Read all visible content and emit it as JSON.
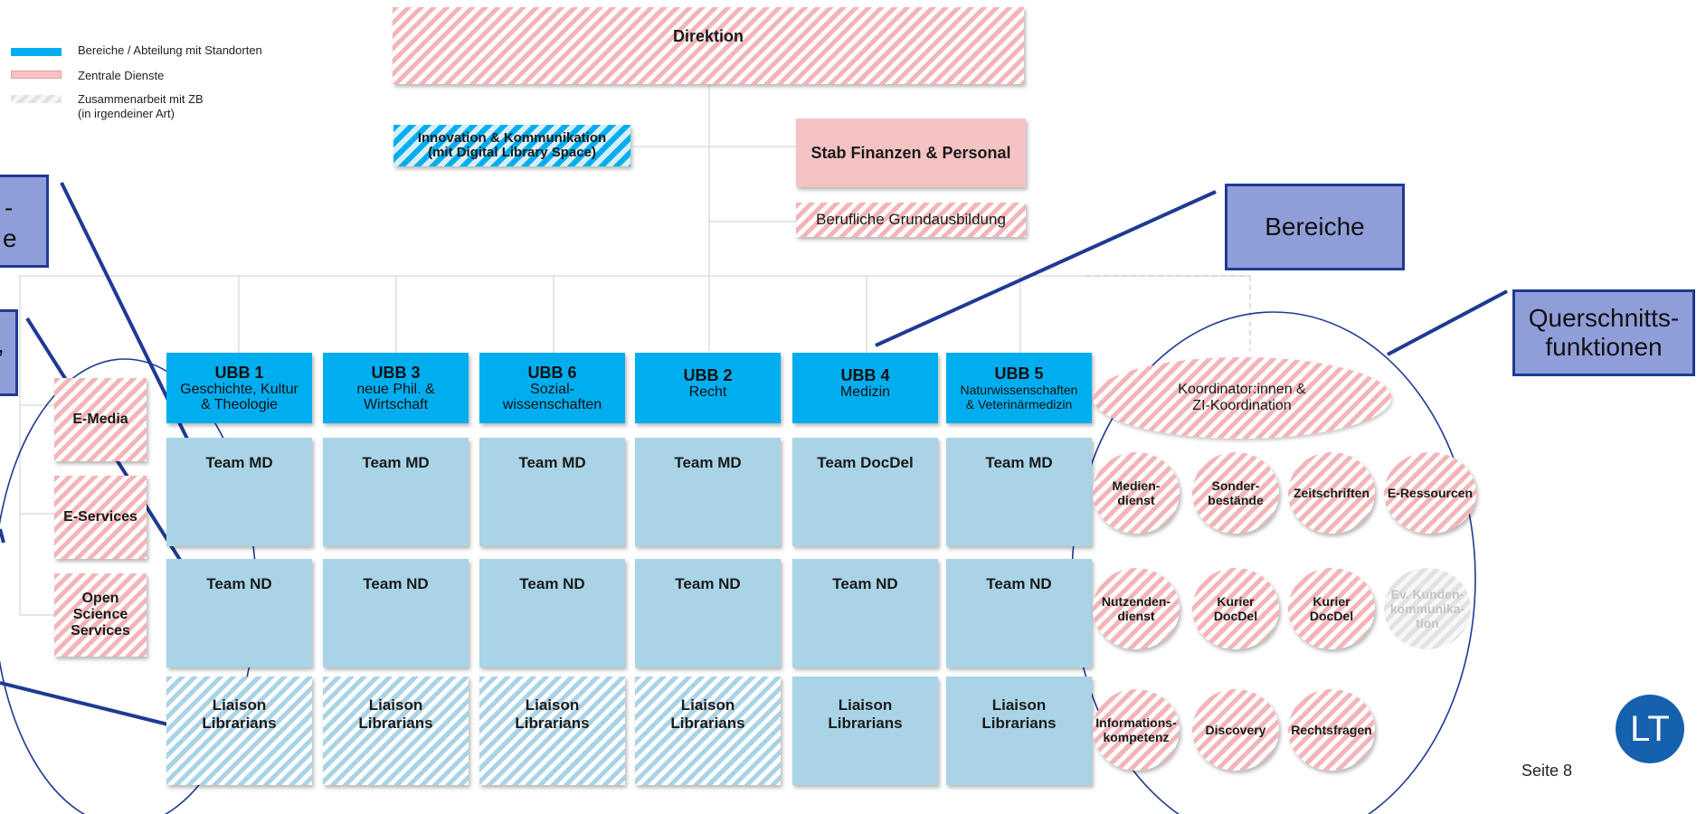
{
  "legend": {
    "items": [
      {
        "label": "Bereiche / Abteilung mit Standorten"
      },
      {
        "label": "Zentrale Dienste"
      },
      {
        "label": "Zusammenarbeit mit ZB",
        "sub": "(in irgendeiner Art)"
      }
    ]
  },
  "top": {
    "direktion": "Direktion",
    "innovation_line1": "Innovation & Kommunikation",
    "innovation_line2": "(mit Digital Library Space)",
    "stab": "Stab Finanzen & Personal",
    "grundausbildung": "Berufliche Grundausbildung"
  },
  "callouts": {
    "bereiche": "Bereiche",
    "quer_line1": "Querschnitts-",
    "quer_line2": "funktionen",
    "left_top_line1": "-",
    "left_top_line2": "e",
    "left_mid": ","
  },
  "left_services": [
    {
      "label": "E-Media"
    },
    {
      "label": "E-Services"
    },
    {
      "label": "Open Science Services"
    }
  ],
  "columns": [
    {
      "code": "UBB 1",
      "line1": "Geschichte, Kultur",
      "line2": "& Theologie",
      "team1": "Team MD",
      "team2": "Team ND",
      "liaison": [
        "Liaison",
        "Librarians"
      ],
      "liaison_style": "hatched"
    },
    {
      "code": "UBB 3",
      "line1": "neue Phil. &",
      "line2": "Wirtschaft",
      "team1": "Team MD",
      "team2": "Team ND",
      "liaison": [
        "Liaison",
        "Librarians"
      ],
      "liaison_style": "hatched"
    },
    {
      "code": "UBB 6",
      "line1": "Sozial-",
      "line2": "wissenschaften",
      "team1": "Team MD",
      "team2": "Team ND",
      "liaison": [
        "Liaison",
        "Librarians"
      ],
      "liaison_style": "hatched"
    },
    {
      "code": "UBB 2",
      "line1": "Recht",
      "line2": "",
      "team1": "Team MD",
      "team2": "Team ND",
      "liaison": [
        "Liaison",
        "Librarians"
      ],
      "liaison_style": "hatched"
    },
    {
      "code": "UBB 4",
      "line1": "Medizin",
      "line2": "",
      "team1": "Team DocDel",
      "team2": "Team ND",
      "liaison": [
        "Liaison",
        "Librarians"
      ],
      "liaison_style": "solid"
    },
    {
      "code": "UBB 5",
      "line1": "Naturwissenschaften",
      "line2": "& Veterinärmedizin",
      "team1": "Team MD",
      "team2": "Team ND",
      "liaison": [
        "Liaison",
        "Librarians"
      ],
      "liaison_style": "solid"
    }
  ],
  "querschnitt": {
    "koordination_line1": "Koordinator:innen &",
    "koordination_line2": "ZI-Koordination",
    "circles": [
      {
        "lines": [
          "Medien-",
          "dienst"
        ]
      },
      {
        "lines": [
          "Sonder-",
          "bestände"
        ]
      },
      {
        "lines": [
          "Zeitschriften"
        ]
      },
      {
        "lines": [
          "E-Ressourcen"
        ]
      },
      {
        "lines": [
          "Nutzenden-",
          "dienst"
        ]
      },
      {
        "lines": [
          "Kurier",
          "DocDel"
        ]
      },
      {
        "lines": [
          "Kurier",
          "DocDel"
        ]
      },
      {
        "lines": [
          "Ev. Kunden-",
          "kommunika-",
          "tion"
        ],
        "faded": true
      },
      {
        "lines": [
          "Informations-",
          "kompetenz"
        ]
      },
      {
        "lines": [
          "Discovery"
        ]
      },
      {
        "lines": [
          "Rechtsfragen"
        ]
      }
    ]
  },
  "footer": {
    "page": "Seite 8",
    "logo": "LT"
  },
  "colors": {
    "bereich_blue": "#00aeef",
    "team_blue": "#a9d3e6",
    "zentral_pink": "#f4b4b8",
    "callout_fill": "#8f9ed8",
    "callout_border": "#1f3a93",
    "logo_blue": "#1561ad"
  }
}
